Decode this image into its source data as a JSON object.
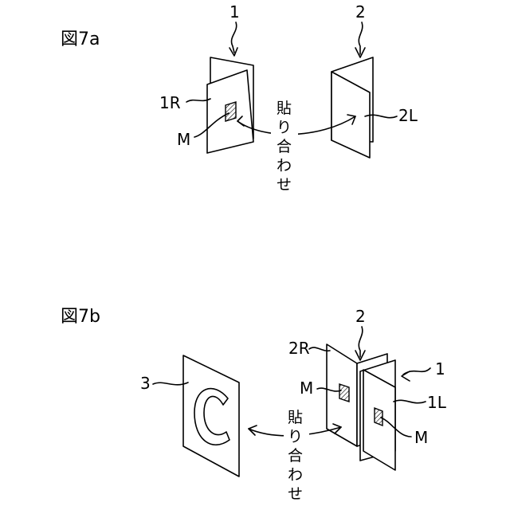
{
  "fig_a": {
    "title": "図7a",
    "label_1": "1",
    "label_2": "2",
    "label_1R": "1R",
    "label_M": "M",
    "label_2L": "2L",
    "join_text": [
      "貼",
      "り",
      "合",
      "わ",
      "せ"
    ]
  },
  "fig_b": {
    "title": "図7b",
    "label_2": "2",
    "label_2R": "2R",
    "label_1": "1",
    "label_3": "3",
    "label_M_upper": "M",
    "label_1L": "1L",
    "label_M_lower": "M",
    "join_text": [
      "貼",
      "り",
      "合",
      "わ",
      "せ"
    ]
  },
  "hatch_color": "#000000",
  "line_color": "#000000"
}
